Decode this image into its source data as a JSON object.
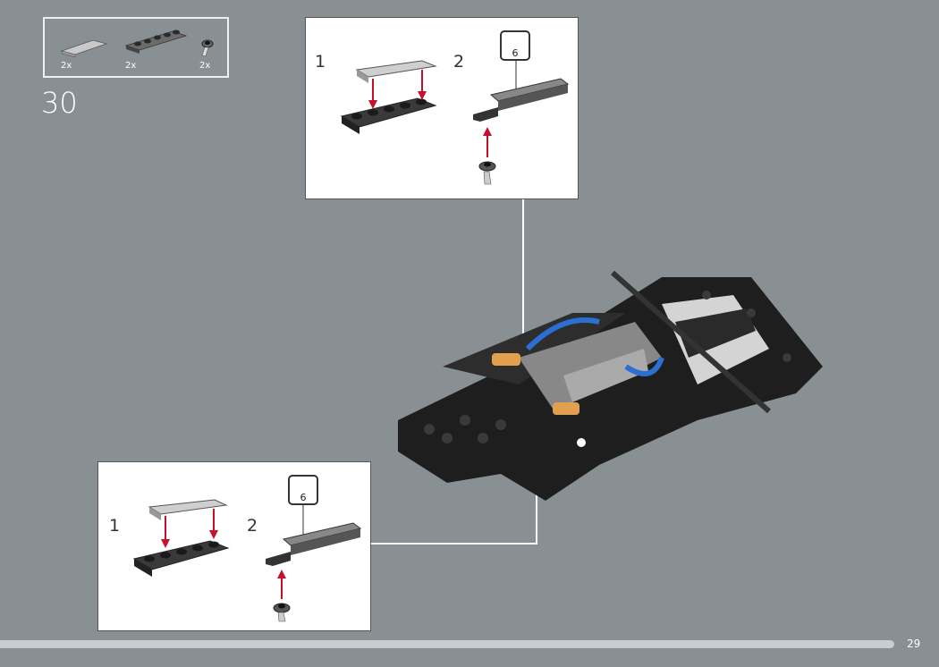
{
  "parts_list": {
    "items": [
      {
        "name": "tile-1x4-light-gray",
        "qty": "2x"
      },
      {
        "name": "plate-1x5-dark-gray",
        "qty": "2x"
      },
      {
        "name": "round-plate-with-bar",
        "qty": "2x"
      }
    ]
  },
  "step": {
    "number": "30"
  },
  "callout_top": {
    "substeps": [
      "1",
      "2"
    ],
    "sticker_number": "6"
  },
  "callout_bottom": {
    "substeps": [
      "1",
      "2"
    ],
    "sticker_number": "6"
  },
  "colors": {
    "background": "#899094",
    "arrow": "#c8102e",
    "bar": "#c9cdcf"
  },
  "page": {
    "number": "29"
  }
}
